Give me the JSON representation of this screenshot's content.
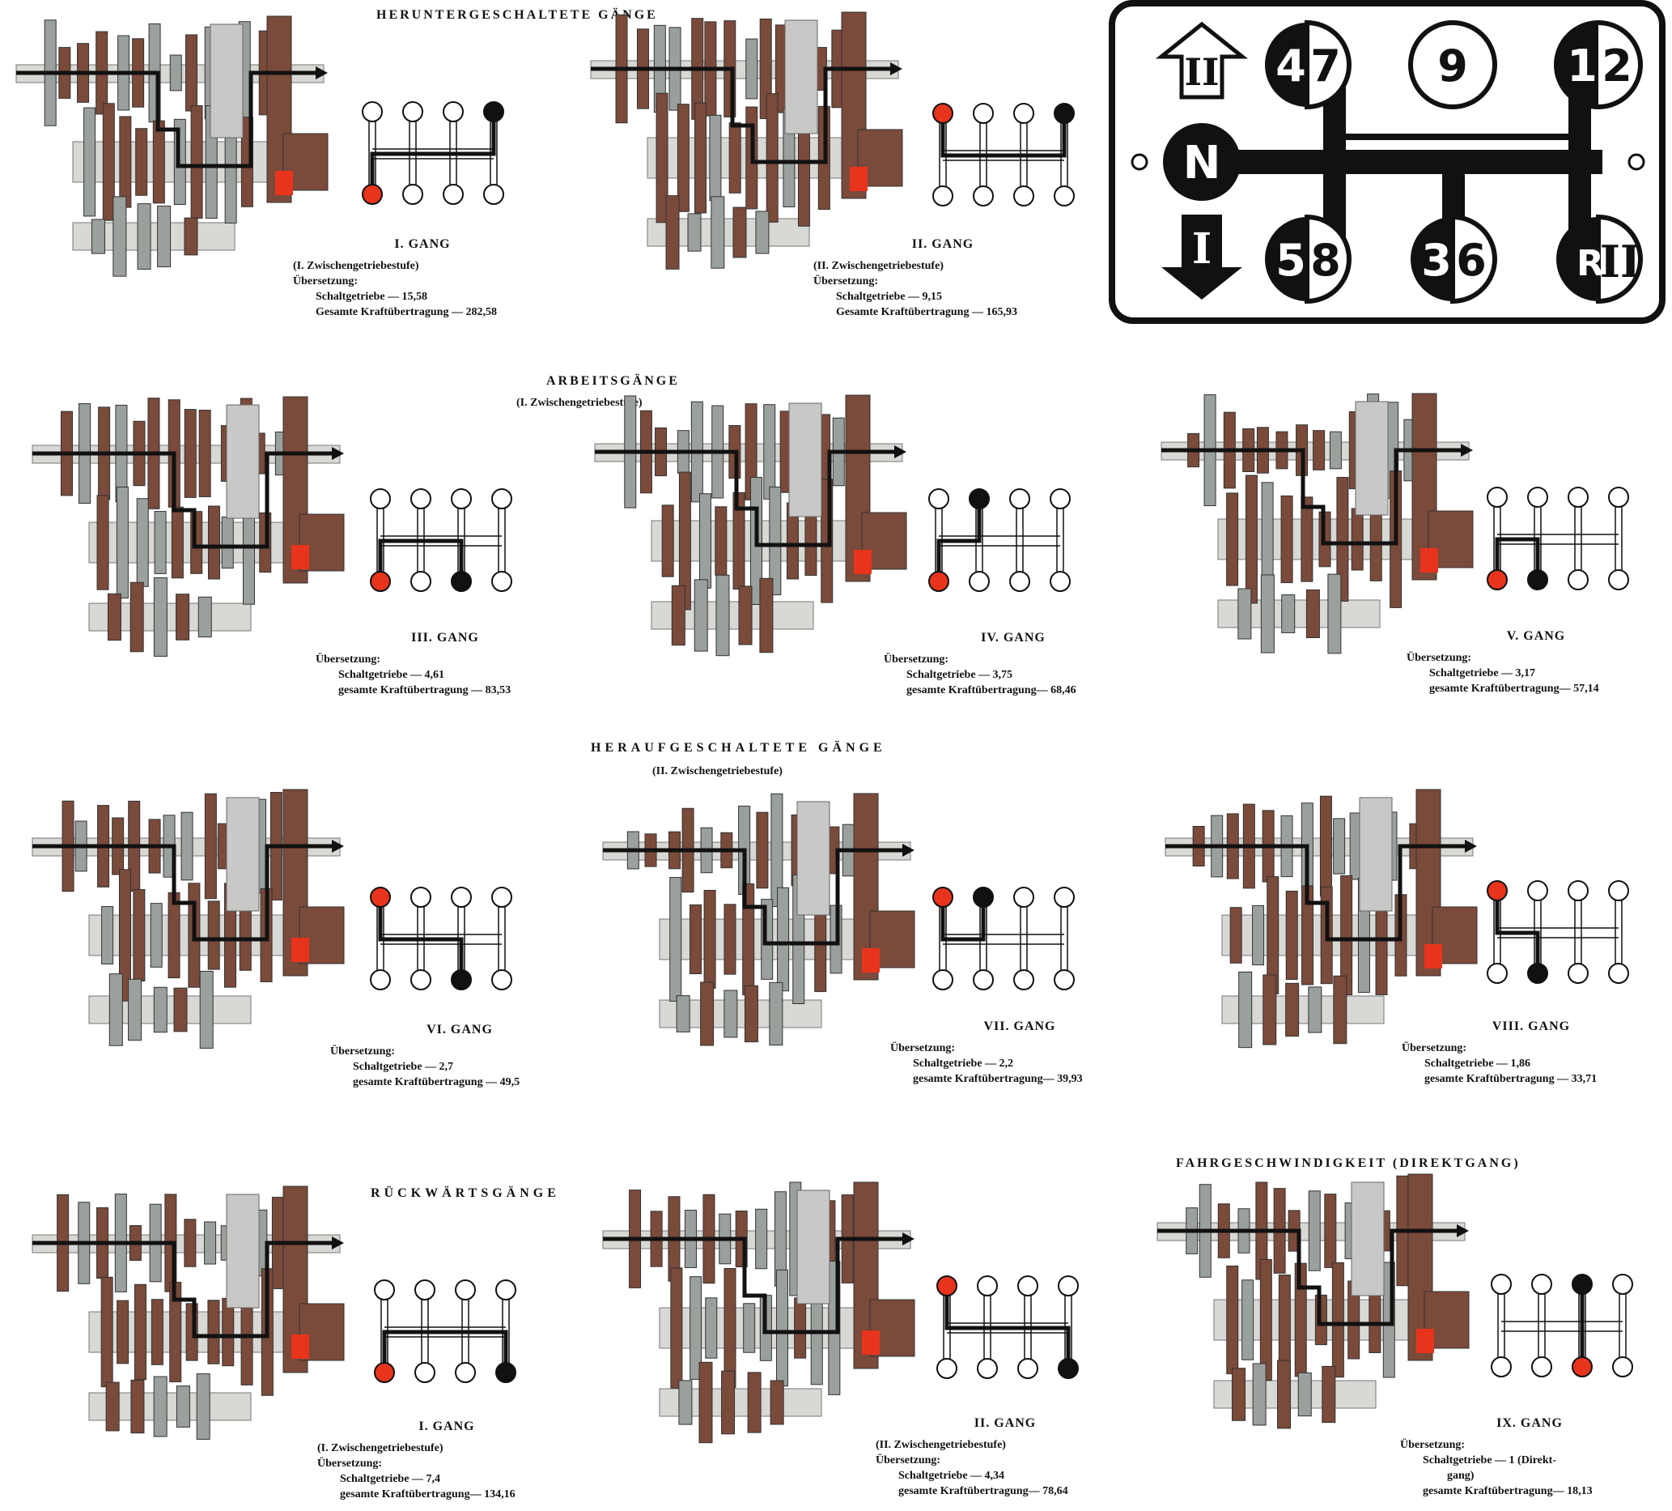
{
  "sections": {
    "down": "HERUNTERGESCHALTETE GÄNGE",
    "work": "ARBEITSGÄNGE",
    "work_sub": "(I. Zwischengetriebestufe)",
    "up": "HERAUFGESCHALTETE GÄNGE",
    "up_sub": "(II. Zwischengetriebestufe)",
    "reverse": "RÜCKWÄRTSGÄNGE",
    "direct": "FAHRGESCHWINDIGKEIT (DIREKTGANG)"
  },
  "shift_plate": {
    "labels": [
      "4",
      "7",
      "9",
      "1",
      "2",
      "N",
      "5",
      "8",
      "3",
      "6",
      "R",
      "II",
      "I"
    ]
  },
  "gears": [
    {
      "id": "g1",
      "title": "I. GANG",
      "stage": "(I. Zwischengetriebestufe)",
      "ratio_label": "Übersetzung:",
      "box_label": "Schaltgetriebe — 15,58",
      "total_label": "Gesamte Kraftübertragung — 282,58"
    },
    {
      "id": "g2",
      "title": "II. GANG",
      "stage": "(II. Zwischengetriebestufe)",
      "ratio_label": "Übersetzung:",
      "box_label": "Schaltgetriebe — 9,15",
      "total_label": "Gesamte Kraftübertragung — 165,93"
    },
    {
      "id": "g3",
      "title": "III. GANG",
      "stage": "",
      "ratio_label": "Übersetzung:",
      "box_label": "Schaltgetriebe — 4,61",
      "total_label": "gesamte Kraftübertragung — 83,53"
    },
    {
      "id": "g4",
      "title": "IV. GANG",
      "stage": "",
      "ratio_label": "Übersetzung:",
      "box_label": "Schaltgetriebe — 3,75",
      "total_label": "gesamte Kraftübertragung— 68,46"
    },
    {
      "id": "g5",
      "title": "V. GANG",
      "stage": "",
      "ratio_label": "Übersetzung:",
      "box_label": "Schaltgetriebe — 3,17",
      "total_label": "gesamte Kraftübertragung— 57,14"
    },
    {
      "id": "g6",
      "title": "VI. GANG",
      "stage": "",
      "ratio_label": "Übersetzung:",
      "box_label": "Schaltgetriebe — 2,7",
      "total_label": "gesamte Kraftübertragung — 49,5"
    },
    {
      "id": "g7",
      "title": "VII. GANG",
      "stage": "",
      "ratio_label": "Übersetzung:",
      "box_label": "Schaltgetriebe — 2,2",
      "total_label": "gesamte Kraftübertragung— 39,93"
    },
    {
      "id": "g8",
      "title": "VIII. GANG",
      "stage": "",
      "ratio_label": "Übersetzung:",
      "box_label": "Schaltgetriebe — 1,86",
      "total_label": "gesamte Kraftübertragung — 33,71"
    },
    {
      "id": "r1",
      "title": "I. GANG",
      "stage": "(I. Zwischengetriebestufe)",
      "ratio_label": "Übersetzung:",
      "box_label": "Schaltgetriebe — 7,4",
      "total_label": "gesamte Kraftübertragung— 134,16"
    },
    {
      "id": "r2",
      "title": "II. GANG",
      "stage": "(II. Zwischengetriebestufe)",
      "ratio_label": "Übersetzung:",
      "box_label": "Schaltgetriebe — 4,34",
      "total_label": "gesamte Kraftübertragung— 78,64"
    },
    {
      "id": "g9",
      "title": "IX. GANG",
      "stage": "",
      "ratio_label": "Übersetzung:",
      "box_label": "Schaltgetriebe — 1 (Direkt-",
      "box_label2": "gang)",
      "total_label": "gesamte Kraftübertragung— 18,13"
    }
  ],
  "colors": {
    "brown": "#7a4a3a",
    "grey": "#9aa09c",
    "light": "#d8d8d4",
    "red": "#e8341c",
    "black": "#111111"
  }
}
